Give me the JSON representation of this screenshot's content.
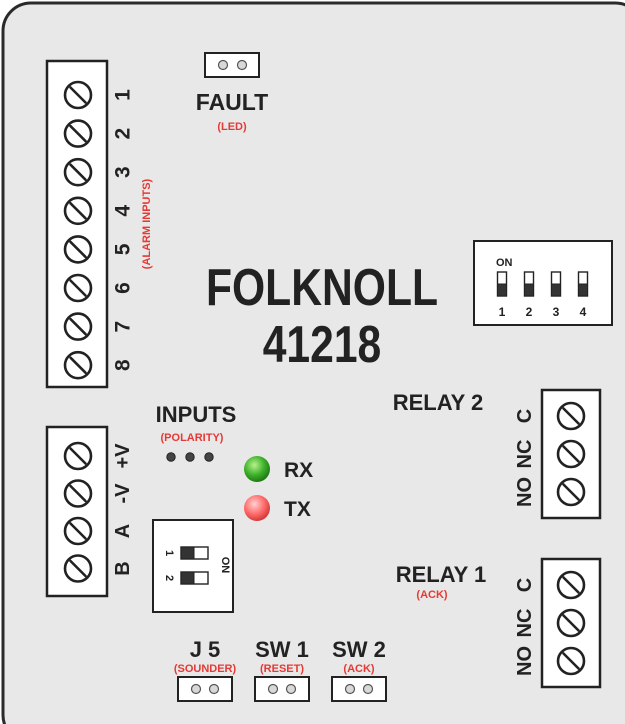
{
  "colors": {
    "board": "#e8e8e8",
    "outline": "#2a2a2a",
    "label": "#222222",
    "accent_red": "#e53935",
    "led_rx": "#3cb02a",
    "led_tx": "#ff6b6b"
  },
  "board": {
    "title_line1": "FOLKNOLL",
    "title_line2": "41218"
  },
  "fault": {
    "label": "FAULT",
    "sub": "(LED)"
  },
  "alarm_inputs": {
    "numbers": [
      "1",
      "2",
      "3",
      "4",
      "5",
      "6",
      "7",
      "8"
    ],
    "caption": "(ALARM INPUTS)"
  },
  "network_terminal": {
    "labels": [
      "+V",
      "-V",
      "A",
      "B"
    ]
  },
  "inputs": {
    "label": "INPUTS",
    "sub": "(POLARITY)"
  },
  "leds": {
    "rx_label": "RX",
    "tx_label": "TX"
  },
  "dip_switch_main": {
    "on_label": "ON",
    "numbers": [
      "1",
      "2",
      "3",
      "4"
    ]
  },
  "dip_switch_small": {
    "on_label": "ON",
    "numbers": [
      "1",
      "2"
    ]
  },
  "relay2": {
    "label": "RELAY 2",
    "terminals": [
      "C",
      "NC",
      "NO"
    ]
  },
  "relay1": {
    "label": "RELAY 1",
    "sub": "(ACK)",
    "terminals": [
      "C",
      "NC",
      "NO"
    ]
  },
  "jumpers": [
    {
      "label": "J 5",
      "sub": "(SOUNDER)"
    },
    {
      "label": "SW 1",
      "sub": "(RESET)"
    },
    {
      "label": "SW 2",
      "sub": "(ACK)"
    }
  ]
}
